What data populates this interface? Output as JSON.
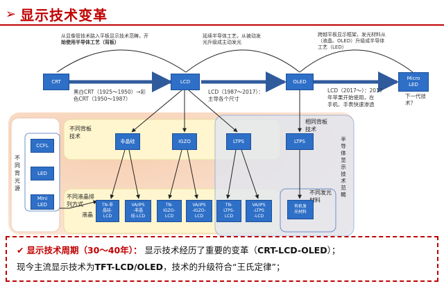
{
  "header": {
    "arrow": "➢",
    "title": "显示技术变革"
  },
  "top_notes": {
    "crt_lcd": [
      "从显像管技术路入平板显示技术范畴，开",
      "始使用半导体工艺（背板）"
    ],
    "lcd_oled": [
      "延续半导体工艺，从被动发",
      "光升级成主动发光"
    ],
    "oled_micro": [
      "跨越平板显示框架，发光材料从",
      "（液晶、OLED）升级成半导体",
      "工艺（LED）"
    ]
  },
  "nodes": {
    "crt": "CRT",
    "lcd": "LCD",
    "oled": "OLED",
    "micro": [
      "Micro",
      "LED"
    ]
  },
  "mid_notes": {
    "crt": [
      "黑白CRT（1925～1950）→彩",
      "色CRT（1950～1987）"
    ],
    "lcd": [
      "LCD（1987～2017）：",
      "主导各个尺寸"
    ],
    "oled": [
      "LCD（2017～）：2017",
      "年苹果开始使用，在",
      "手机、手表快速渗透"
    ],
    "micro": [
      "下一代技",
      "术？"
    ]
  },
  "left": {
    "label": [
      "不",
      "同",
      "背",
      "光",
      "源"
    ],
    "items": [
      "CCFL",
      "LED",
      [
        "Mini",
        "LED"
      ]
    ]
  },
  "panels": {
    "backplane": [
      "不同背板",
      "技术"
    ],
    "lc_arrange": [
      "不同液晶排",
      "列方式"
    ],
    "lc": "液晶",
    "same_backplane": [
      "相同背板",
      "技术"
    ],
    "emit_material": [
      "不同发光",
      "材料"
    ],
    "semi_label": [
      "半",
      "导",
      "体",
      "显",
      "示",
      "技",
      "术",
      "范",
      "畴"
    ]
  },
  "backplane_boxes": {
    "asi": "非晶硅",
    "igzo": "IGZO",
    "ltps": "LTPS",
    "ltps2": "LTPS"
  },
  "lc_boxes": [
    [
      "TN-非",
      "晶硅-",
      "LCD"
    ],
    [
      "VA/IPS",
      "-非晶",
      "硅-LCD"
    ],
    [
      "TN-",
      "IGZO-",
      "LCD"
    ],
    [
      "VA/IPS",
      "-IGZO-",
      "LCD"
    ],
    [
      "TN-",
      "LTPS-",
      "LCD"
    ],
    [
      "VA/IPS",
      "-LTPS",
      "-LCD"
    ]
  ],
  "organic": [
    "有机发",
    "光材料"
  ],
  "bottom": {
    "check": "✔",
    "period_label": "显示技术周期（30～40年）：",
    "period_text": "显示技术经历了重要的变革（",
    "period_bold": "CRT-LCD-OLED",
    "period_end": "）；",
    "line2_a": "现今主流显示技术为",
    "line2_b": "TFT-LCD/OLED",
    "line2_c": "，技术的升级符合“王氏定律”；"
  },
  "colors": {
    "accent": "#c00000",
    "box": "#2e6fc7",
    "arrow": "#2f5b9c"
  }
}
